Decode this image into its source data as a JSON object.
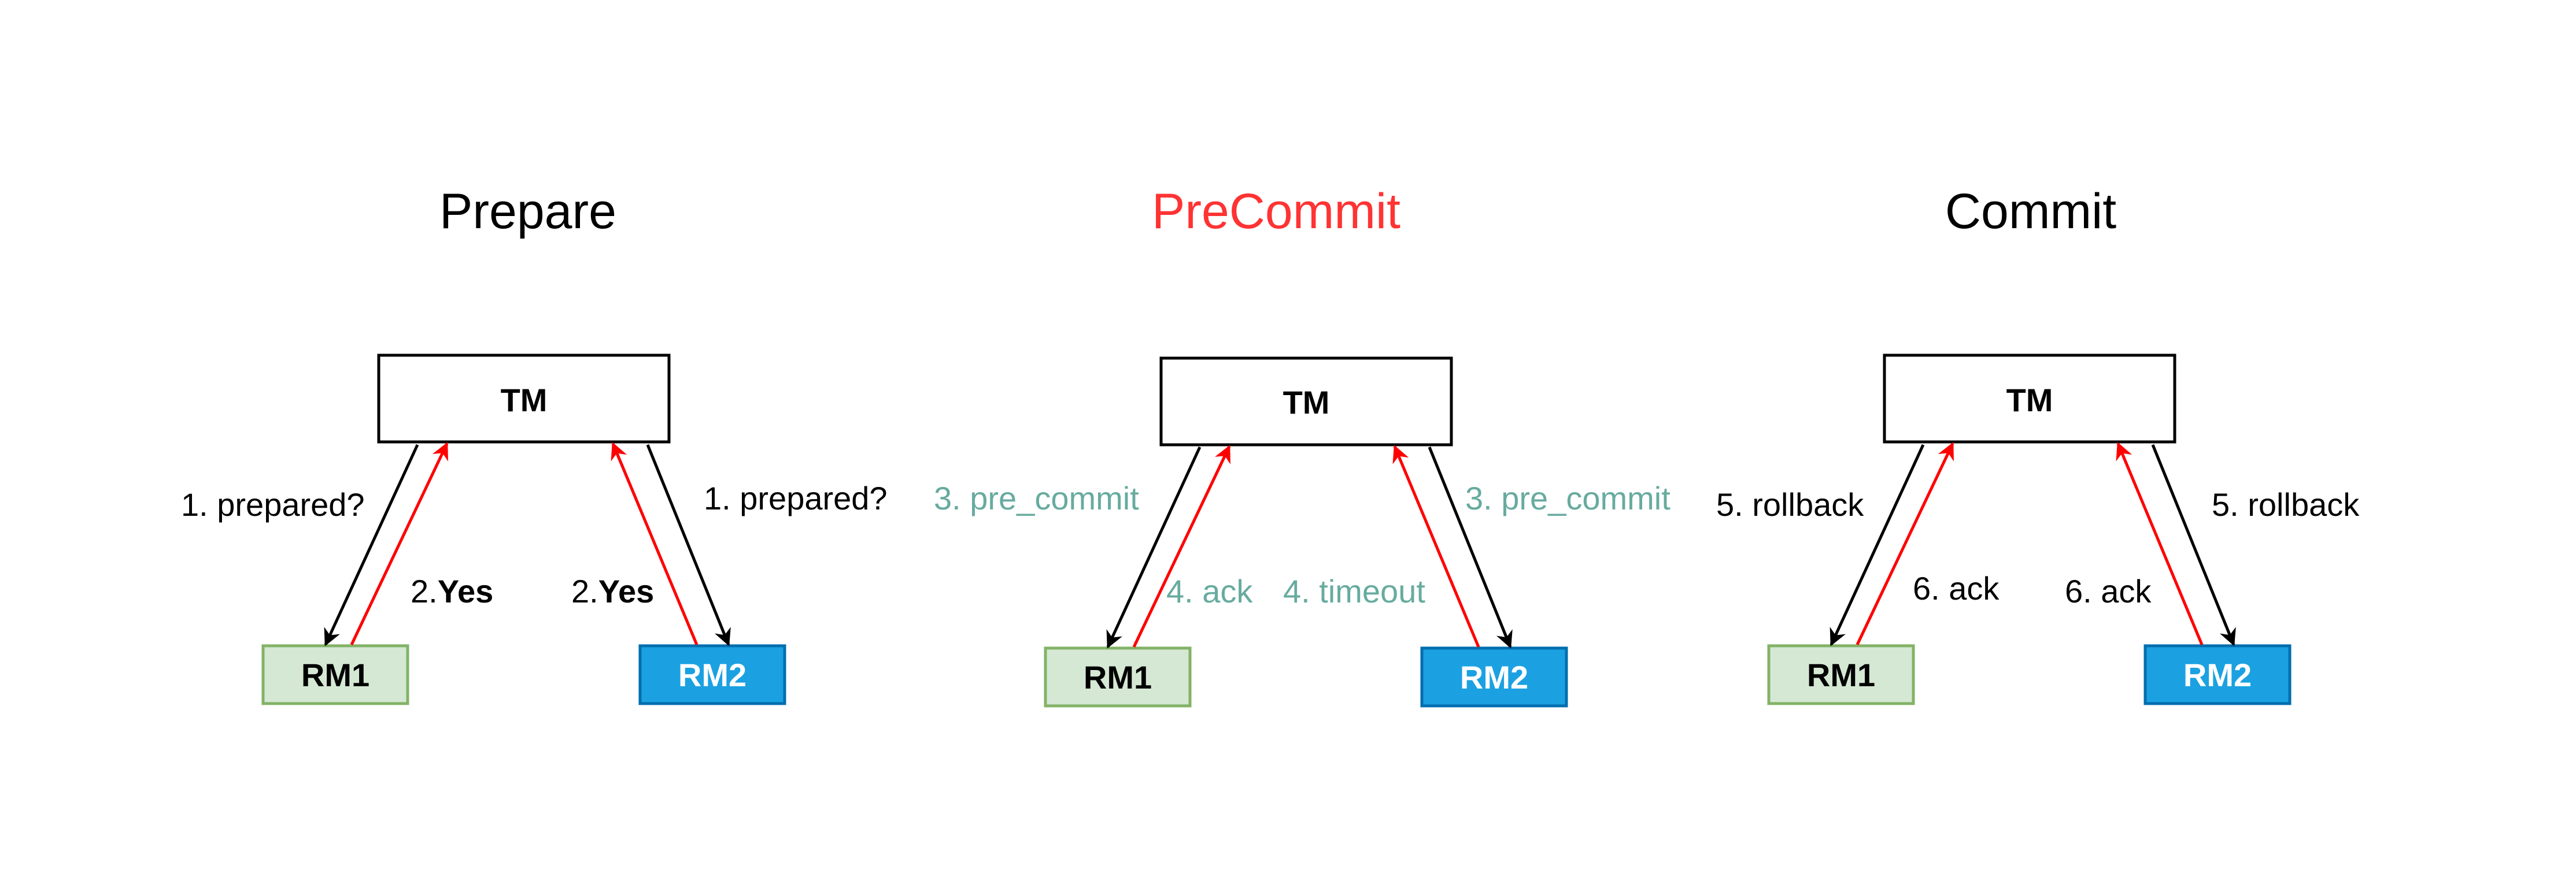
{
  "colors": {
    "black": "#000000",
    "red": "#ff0000",
    "teal": "#67ab9f",
    "rm1_fill": "#d5e8d4",
    "rm1_stroke": "#82b366",
    "rm2_fill": "#1ba1e2",
    "rm2_stroke": "#006eaf",
    "rm2_text": "#ffffff",
    "precommit_title": "#ff3333"
  },
  "phases": [
    {
      "title": "Prepare",
      "tm": "TM",
      "rm1": "RM1",
      "rm2": "RM2",
      "label_tm_rm1": "1. prepared?",
      "label_rm1_tm_prefix": "2.",
      "label_rm1_tm_bold": "Yes",
      "label_rm2_tm_prefix": "2.",
      "label_rm2_tm_bold": "Yes",
      "label_tm_rm2": "1. prepared?"
    },
    {
      "title": "PreCommit",
      "tm": "TM",
      "rm1": "RM1",
      "rm2": "RM2",
      "label_tm_rm1": "3. pre_commit",
      "label_rm1_tm": "4. ack",
      "label_rm2_tm": "4. timeout",
      "label_tm_rm2": "3. pre_commit"
    },
    {
      "title": "Commit",
      "tm": "TM",
      "rm1": "RM1",
      "rm2": "RM2",
      "label_tm_rm1": "5. rollback",
      "label_rm1_tm": "6. ack",
      "label_rm2_tm": "6. ack",
      "label_tm_rm2": "5. rollback"
    }
  ]
}
